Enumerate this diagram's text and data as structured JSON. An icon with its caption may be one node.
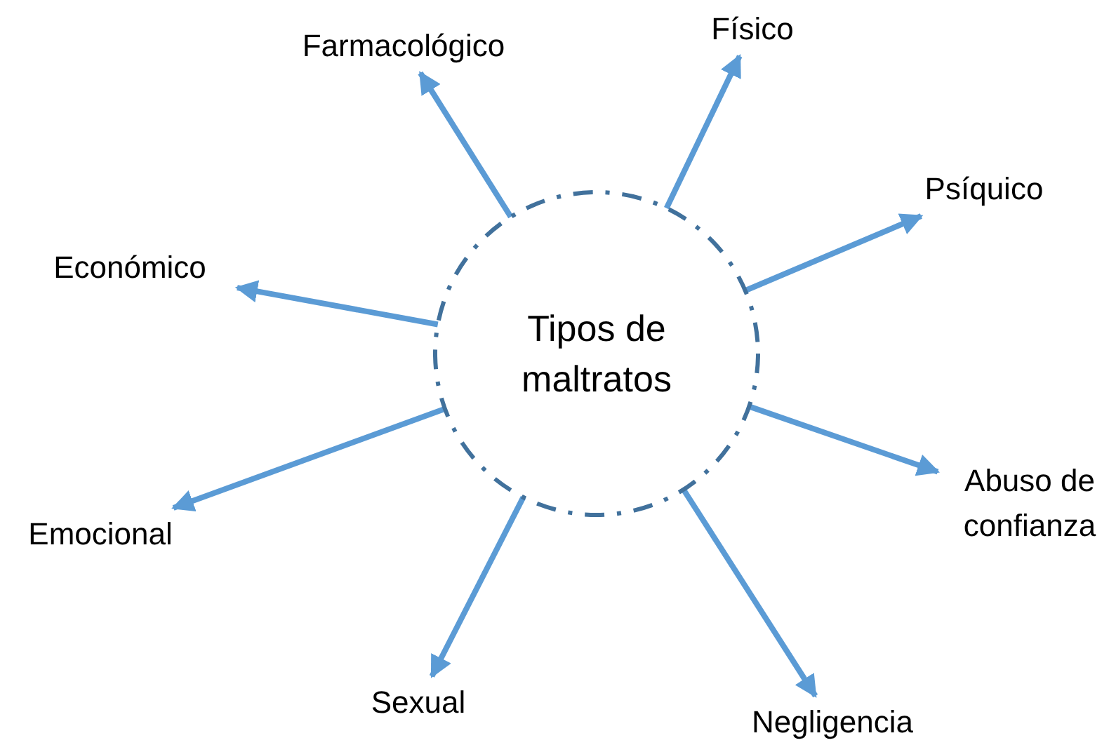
{
  "diagram": {
    "nodes": [
      {
        "text": [
          "Tipos de maltratos"
        ]
      },
      {
        "text": [
          "Farmacológico"
        ]
      },
      {
        "text": [
          "Físico"
        ]
      },
      {
        "text": [
          "Psíquico"
        ]
      },
      {
        "text": [
          "Económico"
        ]
      },
      {
        "text": [
          "Abuso de confianza"
        ]
      },
      {
        "text": [
          "Emocional"
        ]
      },
      {
        "text": [
          "Sexual"
        ]
      },
      {
        "text": [
          "Negligencia"
        ]
      }
    ],
    "edges": [
      {
        "from": 0,
        "to": 1,
        "arrow": "to"
      },
      {
        "from": 0,
        "to": 2,
        "arrow": "to"
      },
      {
        "from": 0,
        "to": 3,
        "arrow": "to"
      },
      {
        "from": 0,
        "to": 4,
        "arrow": "to"
      },
      {
        "from": 0,
        "to": 5,
        "arrow": "to"
      },
      {
        "from": 0,
        "to": 6,
        "arrow": "to"
      },
      {
        "from": 0,
        "to": 7,
        "arrow": "to"
      },
      {
        "from": 0,
        "to": 8,
        "arrow": "to"
      }
    ]
  }
}
